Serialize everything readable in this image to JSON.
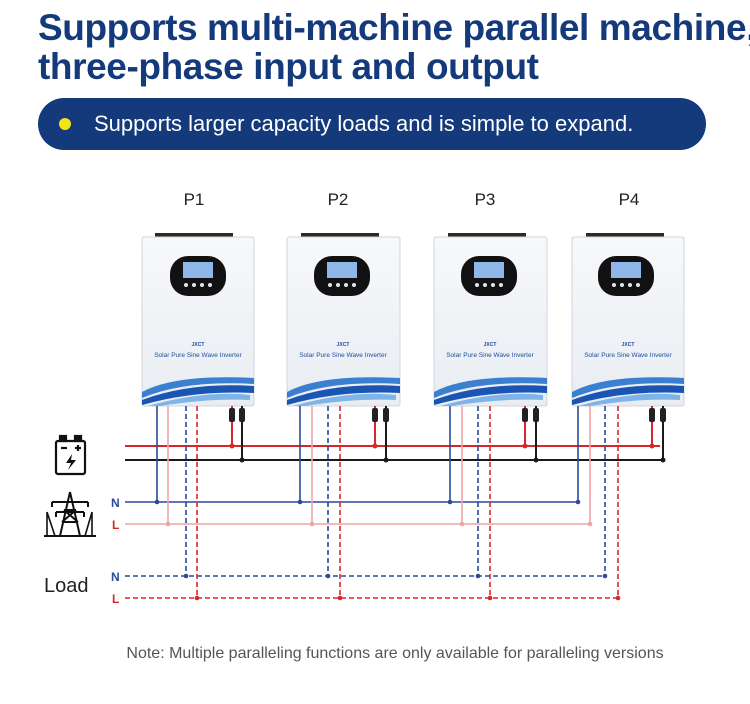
{
  "title": {
    "line1": "Supports multi-machine parallel machine,",
    "line2": "three-phase input and output"
  },
  "banner": {
    "text": "Supports larger capacity loads and is simple to expand."
  },
  "inverters": [
    {
      "label": "P1",
      "brand": "JXCT",
      "model": "Solar Pure Sine Wave Inverter"
    },
    {
      "label": "P2",
      "brand": "JXCT",
      "model": "Solar Pure Sine Wave Inverter"
    },
    {
      "label": "P3",
      "brand": "JXCT",
      "model": "Solar Pure Sine Wave Inverter"
    },
    {
      "label": "P4",
      "brand": "JXCT",
      "model": "Solar Pure Sine Wave Inverter"
    }
  ],
  "wiring": {
    "grid_n": "N",
    "grid_l": "L",
    "load_label": "Load",
    "load_n": "N",
    "load_l": "L"
  },
  "icons": {
    "battery": "battery-icon",
    "grid": "power-tower-icon"
  },
  "colors": {
    "brand_blue": "#143a7b",
    "banner_dot": "#f6e516",
    "wire_red": "#d9262c",
    "wire_black": "#1a1a1a",
    "wire_blue": "#2a4a9a",
    "wire_pink": "#f2a3a6"
  },
  "footnote": "Note: Multiple paralleling functions are only available for paralleling versions"
}
